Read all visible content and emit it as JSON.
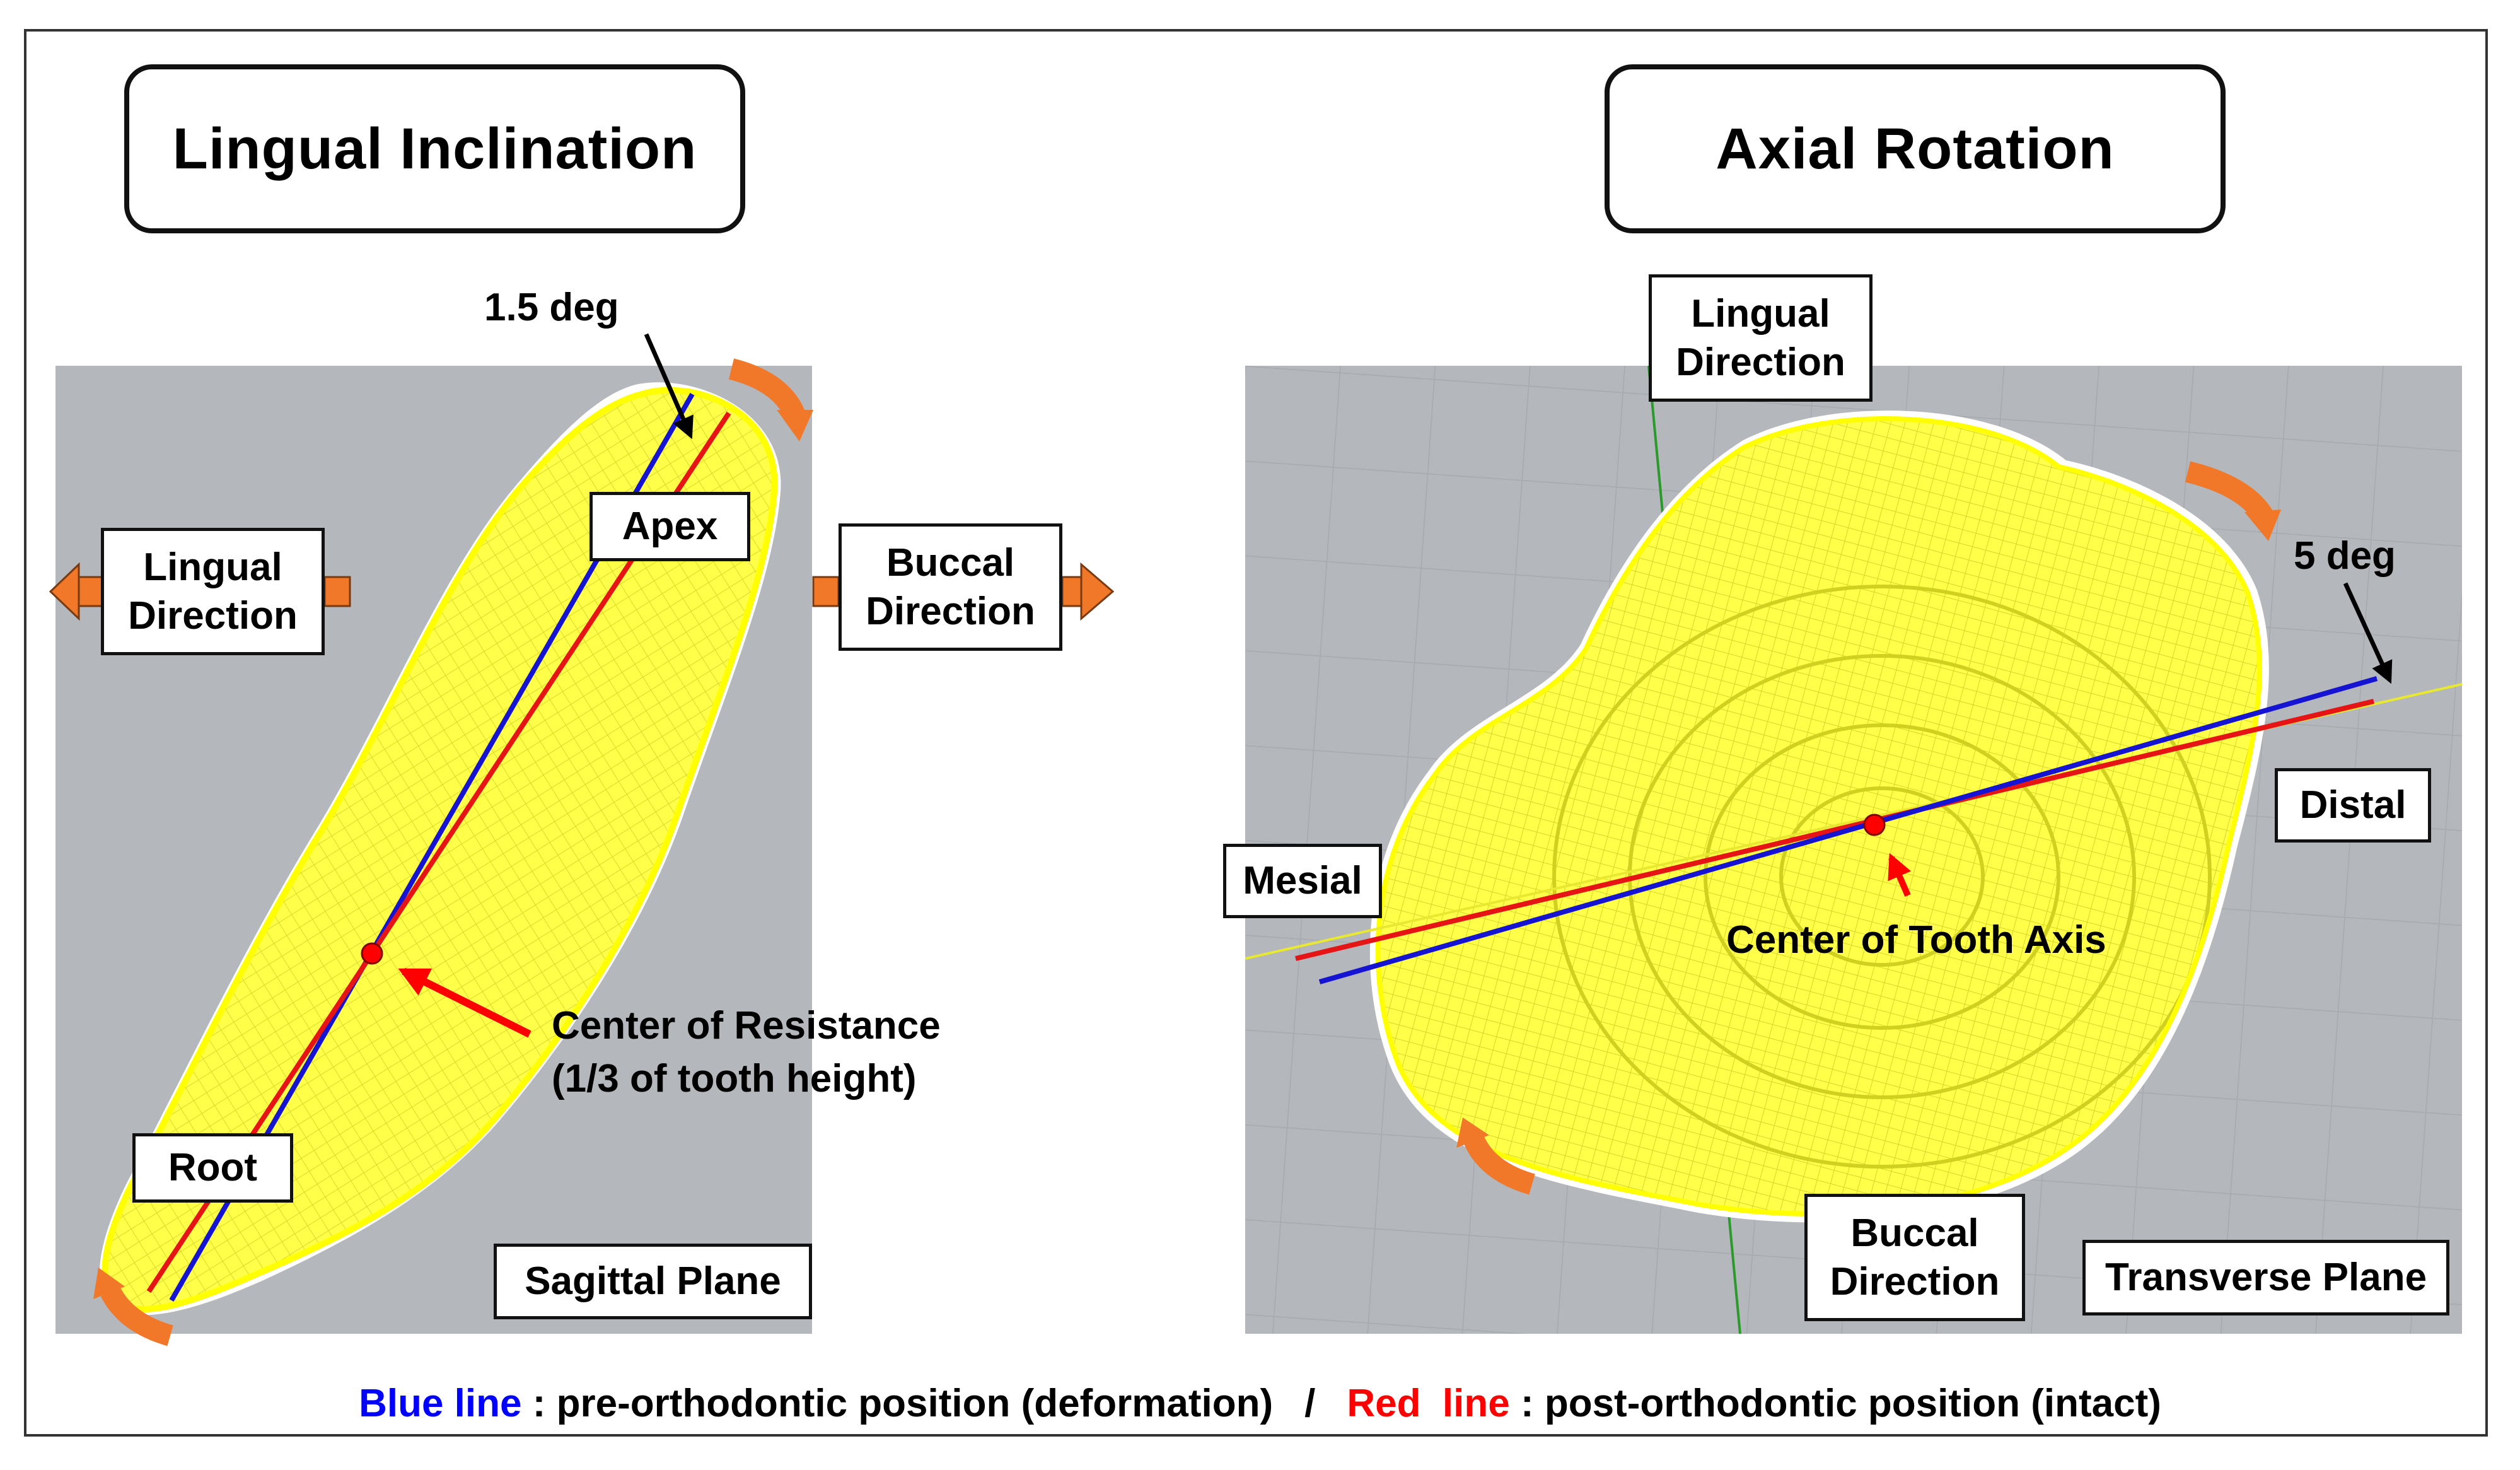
{
  "left_panel": {
    "title": "Lingual Inclination",
    "angle_label": "1.5 deg",
    "apex_label": "Apex",
    "root_label": "Root",
    "lingual_direction": [
      "Lingual",
      "Direction"
    ],
    "buccal_direction": [
      "Buccal",
      "Direction"
    ],
    "center_label": [
      "Center of Resistance",
      "(1/3 of tooth height)"
    ],
    "plane_label": "Sagittal Plane"
  },
  "right_panel": {
    "title": "Axial Rotation",
    "angle_label": "5 deg",
    "lingual_direction": [
      "Lingual",
      "Direction"
    ],
    "buccal_direction": [
      "Buccal",
      "Direction"
    ],
    "mesial_label": "Mesial",
    "distal_label": "Distal",
    "center_label": "Center of Tooth Axis",
    "plane_label": "Transverse Plane"
  },
  "legend": {
    "blue_term": "Blue line",
    "blue_desc": " : pre-orthodontic position (deformation)",
    "separator": "/",
    "red_term": "Red  line",
    "red_desc": " : post-orthodontic position (intact)"
  },
  "colors": {
    "pre_line": "#1414d2",
    "post_line": "#e61414",
    "mesh": "#ffff33",
    "arrow_orange": "#f07828",
    "panel_bg": "#b4b8bd"
  }
}
